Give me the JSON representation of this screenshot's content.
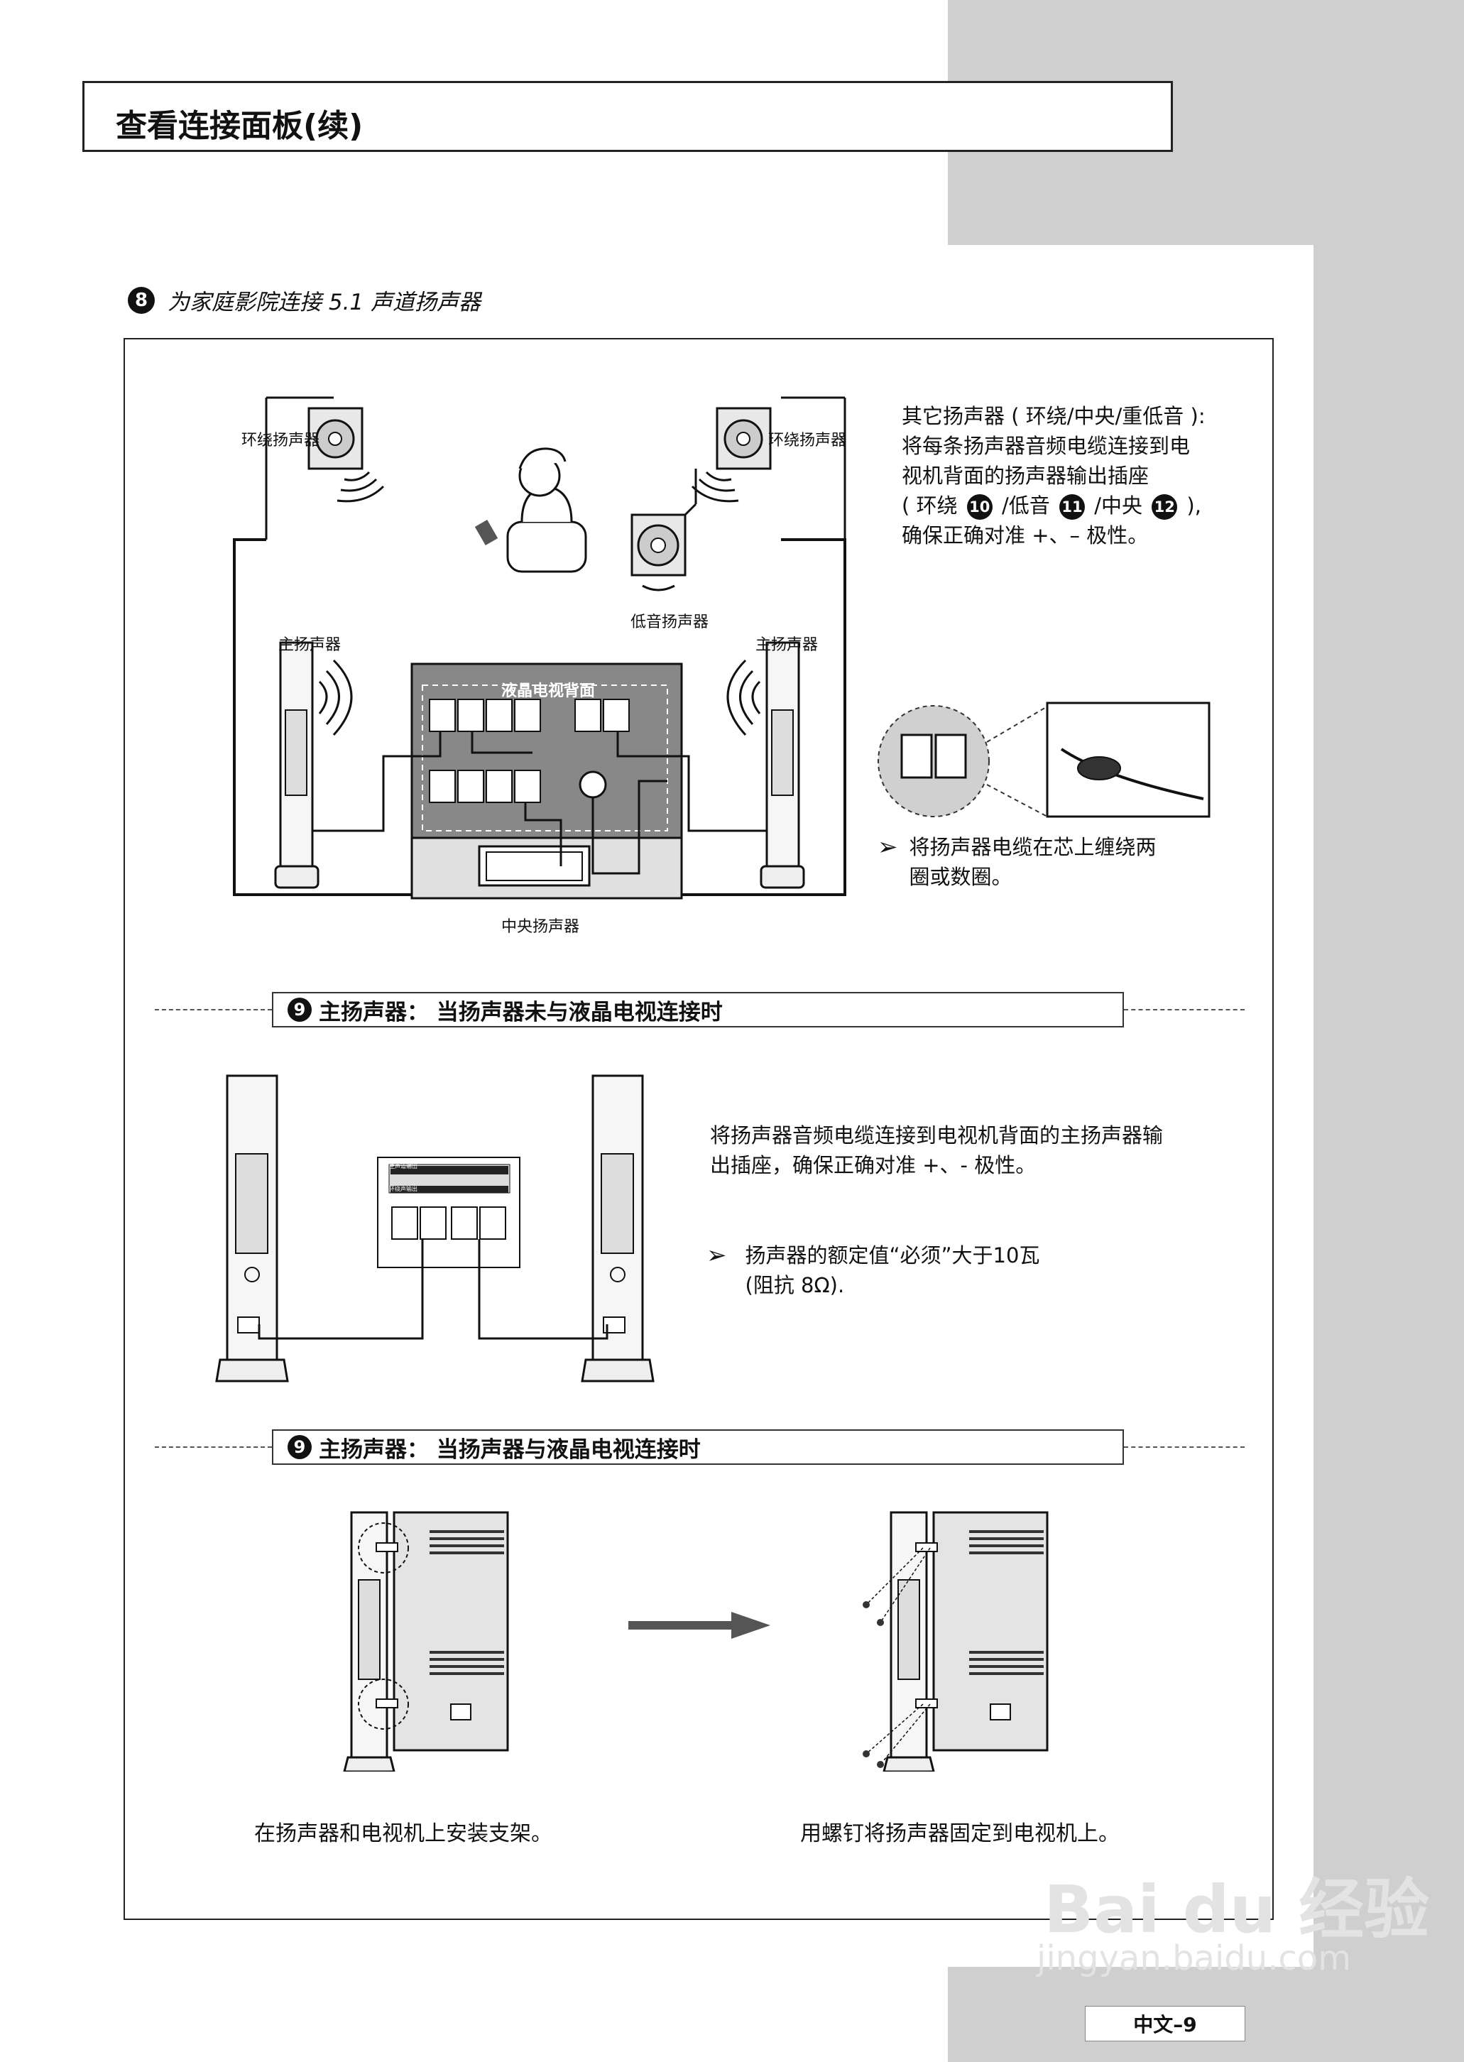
{
  "title": "查看连接面板(续)",
  "section8": {
    "number": "8",
    "heading": "为家庭影院连接 5.1 声道扬声器",
    "labels": {
      "surround_left": "环绕扬声器",
      "surround_right": "环绕扬声器",
      "subwoofer": "低音扬声器",
      "main_left": "主扬声器",
      "main_right": "主扬声器",
      "tv_back": "液晶电视背面",
      "center": "中央扬声器"
    },
    "note_lines": [
      "其它扬声器 ( 环绕/中央/重低音 ):",
      "将每条扬声器音频电缆连接到电",
      "视机背面的扬声器输出插座"
    ],
    "note_line4": {
      "p1": "( 环绕",
      "n1": "10",
      "p2": "/低音",
      "n2": "11",
      "p3": "/中央",
      "n3": "12",
      "p4": "),"
    },
    "note_line5": "确保正确对准 +、– 极性。",
    "tip_lines": [
      "将扬声器电缆在芯上缠绕两",
      "圈或数圈。"
    ]
  },
  "section9a": {
    "number": "9",
    "heading": "主扬声器：  当扬声器未与液晶电视连接时",
    "panel_label_top": "主声道输出",
    "panel_label_bottom": "环绕声输出",
    "note_lines": [
      "将扬声器音频电缆连接到电视机背面的主扬声器输",
      "出插座，确保正确对准 +、- 极性。"
    ],
    "tip_lines": [
      "扬声器的额定值“必须”大于10瓦",
      "(阻抗 8Ω)."
    ]
  },
  "section9b": {
    "number": "9",
    "heading": "主扬声器：  当扬声器与液晶电视连接时",
    "caption_left": "在扬声器和电视机上安装支架。",
    "caption_right": "用螺钉将扬声器固定到电视机上。"
  },
  "footer": {
    "page": "中文–9"
  },
  "watermark": {
    "brand": "Bai du 经验",
    "url": "jingyan.baidu.com"
  }
}
